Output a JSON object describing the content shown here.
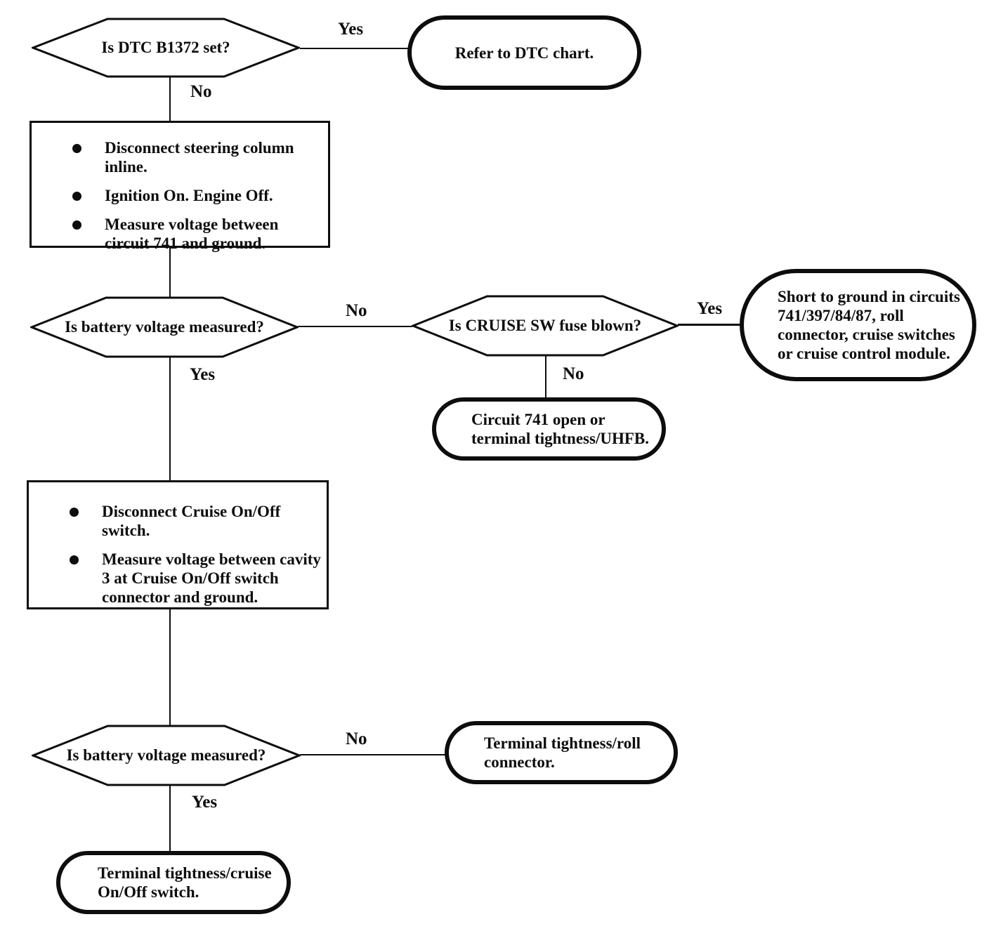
{
  "colors": {
    "ink": "#0d0d0d",
    "background": "#ffffff"
  },
  "nodes": {
    "decision_dtc": {
      "type": "decision",
      "text": "Is DTC B1372 set?"
    },
    "terminal_refer_dtc": {
      "type": "terminal",
      "text": "Refer to DTC chart."
    },
    "process_steering": {
      "type": "process",
      "bullets": [
        "Disconnect steering column inline.",
        "Ignition On. Engine Off.",
        "Measure voltage between circuit 741 and ground."
      ]
    },
    "decision_battery_1": {
      "type": "decision",
      "text": "Is battery voltage measured?"
    },
    "decision_fuse": {
      "type": "decision",
      "text": "Is CRUISE SW fuse blown?"
    },
    "terminal_short_ground": {
      "type": "terminal",
      "text": "Short to ground in circuits 741/397/84/87, roll connector, cruise switches or cruise control module."
    },
    "terminal_circuit_open": {
      "type": "terminal",
      "text": "Circuit 741 open or terminal tightness/UHFB."
    },
    "process_cruise_switch": {
      "type": "process",
      "bullets": [
        "Disconnect Cruise On/Off switch.",
        "Measure voltage between cavity 3 at Cruise On/Off switch connector and ground."
      ]
    },
    "decision_battery_2": {
      "type": "decision",
      "text": "Is battery voltage measured?"
    },
    "terminal_roll_connector": {
      "type": "terminal",
      "text": "Terminal tightness/roll connector."
    },
    "terminal_cruise_switch": {
      "type": "terminal",
      "text": "Terminal tightness/cruise On/Off switch."
    }
  },
  "edges": {
    "dtc_yes": "Yes",
    "dtc_no": "No",
    "battery1_no": "No",
    "battery1_yes": "Yes",
    "fuse_yes": "Yes",
    "fuse_no": "No",
    "battery2_no": "No",
    "battery2_yes": "Yes"
  }
}
